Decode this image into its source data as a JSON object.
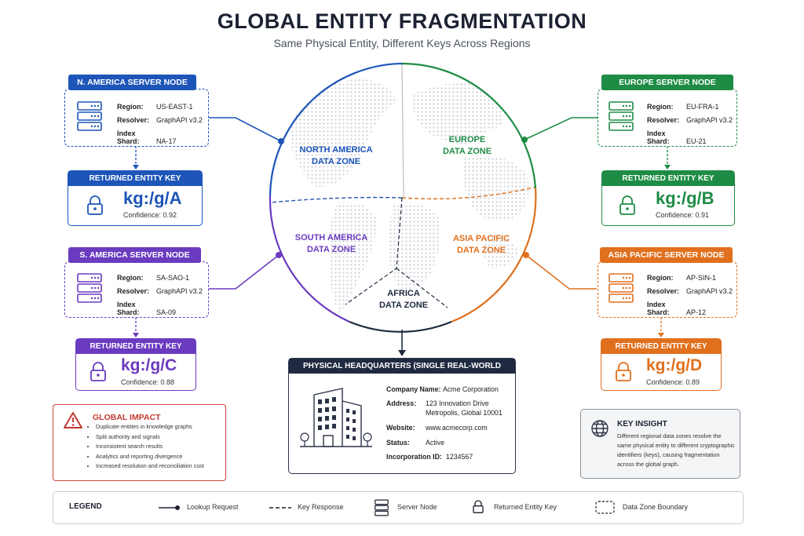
{
  "title": "GLOBAL ENTITY FRAGMENTATION",
  "subtitle": "Same Physical Entity, Different Keys Across Regions",
  "labels": {
    "region": "Region:",
    "resolver": "Resolver:",
    "shard": "Index Shard:"
  },
  "returned_key_header": "RETURNED ENTITY KEY",
  "colors": {
    "na": "#1d55b8",
    "eu": "#1e8c45",
    "sa": "#6a3bbf",
    "ap": "#e0701e",
    "hq": "#1f2a40",
    "impact": "#d2443a"
  },
  "nodes": {
    "na": {
      "title": "N. AMERICA SERVER NODE",
      "region": "US-EAST-1",
      "resolver": "GraphAPI v3.2",
      "shard": "NA-17",
      "key": "kg:/g/A",
      "confidence": "Confidence: 0.92"
    },
    "eu": {
      "title": "EUROPE SERVER NODE",
      "region": "EU-FRA-1",
      "resolver": "GraphAPI v3.2",
      "shard": "EU-21",
      "key": "kg:/g/B",
      "confidence": "Confidence: 0.91"
    },
    "sa": {
      "title": "S. AMERICA SERVER NODE",
      "region": "SA-SAO-1",
      "resolver": "GraphAPI v3.2",
      "shard": "SA-09",
      "key": "kg:/g/C",
      "confidence": "Confidence: 0.88"
    },
    "ap": {
      "title": "ASIA PACIFIC SERVER NODE",
      "region": "AP-SIN-1",
      "resolver": "GraphAPI v3.2",
      "shard": "AP-12",
      "key": "kg:/g/D",
      "confidence": "Confidence: 0.89"
    }
  },
  "zones": {
    "na": [
      "NORTH AMERICA",
      "DATA ZONE"
    ],
    "eu": [
      "EUROPE",
      "DATA ZONE"
    ],
    "sa": [
      "SOUTH AMERICA",
      "DATA ZONE"
    ],
    "ap": [
      "ASIA PACIFIC",
      "DATA ZONE"
    ],
    "af": [
      "AFRICA",
      "DATA ZONE"
    ]
  },
  "hq": {
    "title": "PHYSICAL HEADQUARTERS (SINGLE REAL-WORLD ENTITY)",
    "company_label": "Company Name:",
    "company": "Acme Corporation",
    "address_label": "Address:",
    "address_line1": "123 Innovation Drive",
    "address_line2": "Metropolis, Global 10001",
    "website_label": "Website:",
    "website": "www.acmecorp.com",
    "status_label": "Status:",
    "status": "Active",
    "incorp_label": "Incorporation ID:",
    "incorp": "1234567"
  },
  "impact": {
    "title": "GLOBAL IMPACT",
    "items": [
      "Duplicate entities in knowledge graphs",
      "Split authority and signals",
      "Inconsistent search results",
      "Analytics and reporting divergence",
      "Increased resolution and reconciliation cost"
    ]
  },
  "insight": {
    "title": "KEY INSIGHT",
    "text": "Different regional data zones resolve the same physical entity to different cryptographic identifiers (keys), causing fragmentation across the global graph."
  },
  "legend": {
    "title": "LEGEND",
    "lookup": "Lookup Request",
    "response": "Key Response",
    "server": "Server Node",
    "key": "Returned Entity Key",
    "zone": "Data Zone Boundary"
  }
}
